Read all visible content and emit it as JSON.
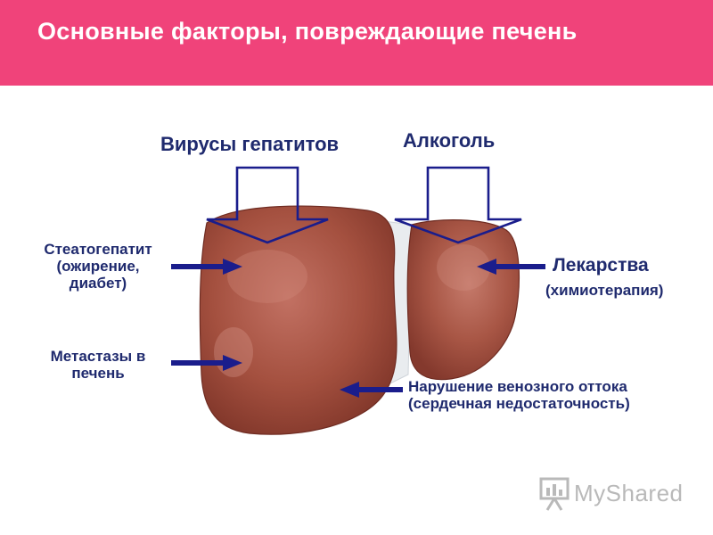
{
  "header": {
    "title": "Основные факторы, повреждающие печень",
    "background": "#f0437a"
  },
  "labels": {
    "hepatitis_viruses": "Вирусы гепатитов",
    "alcohol": "Алкоголь",
    "steatohepatitis": [
      "Стеатогепатит",
      "(ожирение,",
      "диабет)"
    ],
    "metastases": [
      "Метастазы в",
      "печень"
    ],
    "drugs": "Лекарства",
    "drugs_note": "(химиотерапия)",
    "venous_outflow": [
      "Нарушение венозного оттока",
      "(сердечная недостаточность)"
    ]
  },
  "colors": {
    "label_text": "#1f2a6e",
    "arrow": "#1a1d8c",
    "liver": "#9e4a3c"
  },
  "watermark": {
    "text": "MyShared",
    "icon": "presentation-board-icon"
  }
}
